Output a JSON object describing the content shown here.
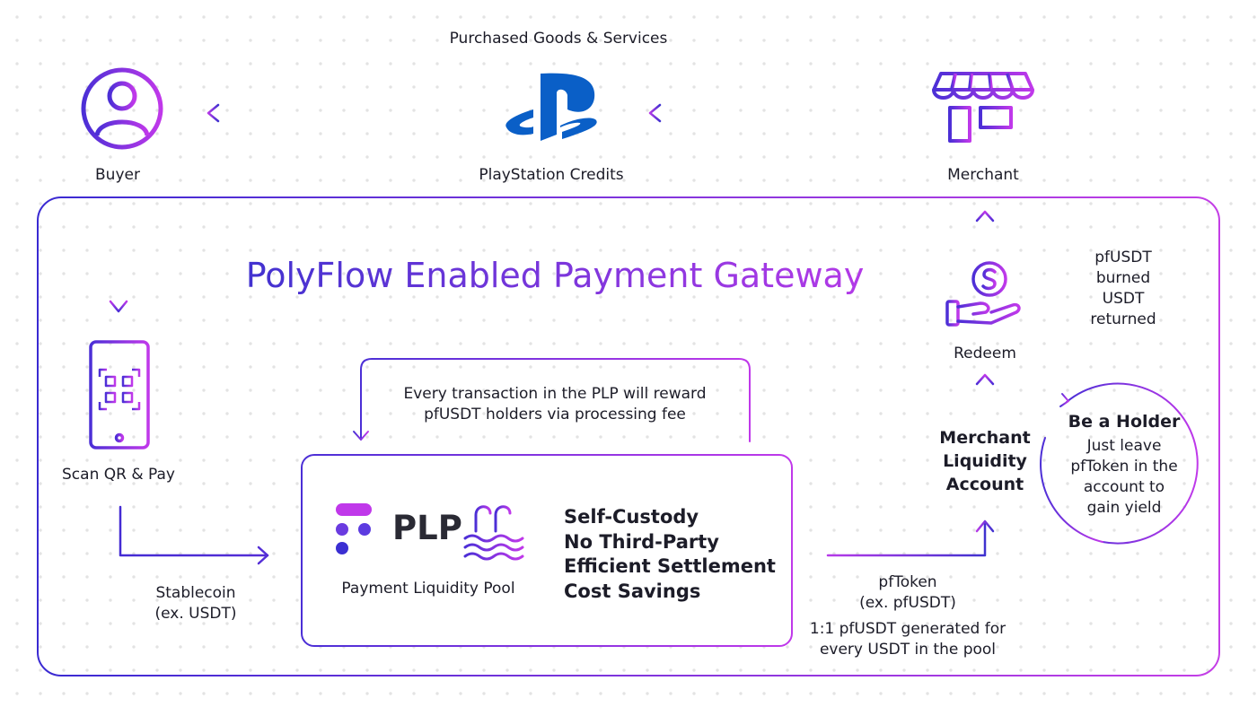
{
  "top": {
    "goods_label": "Purchased Goods & Services",
    "buyer_label": "Buyer",
    "playstation_label": "PlayStation Credits",
    "merchant_label": "Merchant"
  },
  "gateway": {
    "title": "PolyFlow Enabled Payment Gateway"
  },
  "flow": {
    "scan_label": "Scan QR & Pay",
    "stablecoin_line1": "Stablecoin",
    "stablecoin_line2": "(ex. USDT)",
    "reward_line1": "Every transaction in the PLP will reward",
    "reward_line2": "pfUSDT holders via processing fee",
    "pftoken_line1": "pfToken",
    "pftoken_line2": "(ex. pfUSDT)",
    "generated_line1": "1:1 pfUSDT generated for",
    "generated_line2": "every USDT in the pool",
    "redeem_label": "Redeem",
    "burn_lines": [
      "pfUSDT",
      "burned",
      "USDT",
      "returned"
    ],
    "mla_lines": [
      "Merchant",
      "Liquidity",
      "Account"
    ]
  },
  "plp": {
    "logo_text": "PLP",
    "caption": "Payment Liquidity Pool",
    "features": [
      "Self-Custody",
      "No Third-Party",
      "Efficient Settlement",
      "Cost Savings"
    ]
  },
  "holder": {
    "title": "Be a Holder",
    "lines": [
      "Just leave",
      "pfToken in the",
      "account to",
      "gain yield"
    ]
  },
  "colors": {
    "gradient_start": "#4b2fd6",
    "gradient_end": "#c038ea",
    "playstation_blue": "#0a5fc7",
    "text_dark": "#1c1c28"
  }
}
